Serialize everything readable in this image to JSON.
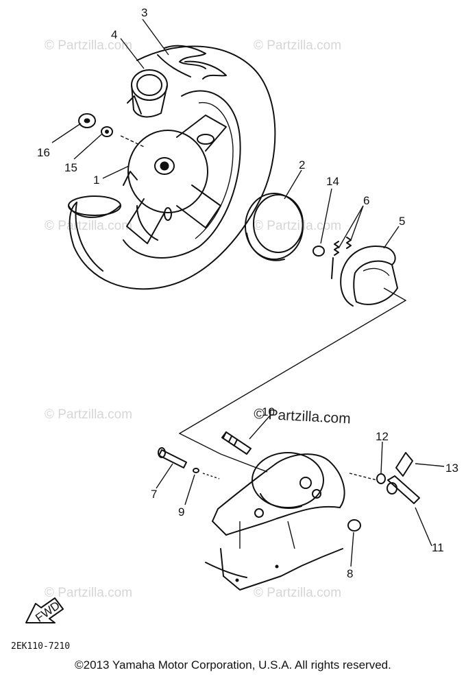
{
  "diagram": {
    "callouts": {
      "c1": "1",
      "c2": "2",
      "c3": "3",
      "c4": "4",
      "c5": "5",
      "c6": "6",
      "c7": "7",
      "c8": "8",
      "c9": "9",
      "c10": "10",
      "c11": "11",
      "c12": "12",
      "c13": "13",
      "c14": "14",
      "c15": "15",
      "c16": "16"
    },
    "fwd_label": "FWD",
    "diagram_code": "2EK110-7210",
    "watermark": "© Partzilla.com",
    "watermark_dark": "© Partzilla.com",
    "copyright": "©2013  Yamaha Motor Corporation, U.S.A. All rights reserved."
  }
}
